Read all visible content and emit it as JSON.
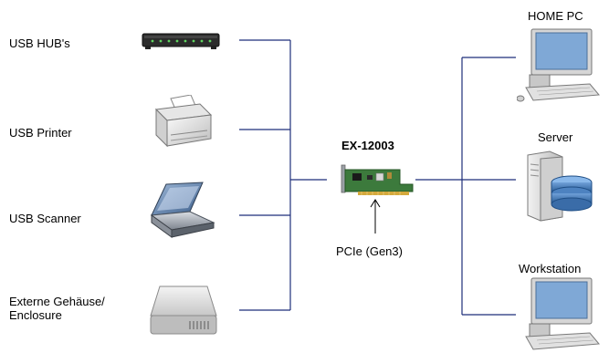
{
  "left_devices": [
    {
      "label": "USB HUB's",
      "icon": "usb-hub-icon"
    },
    {
      "label": "USB Printer",
      "icon": "printer-icon"
    },
    {
      "label": "USB Scanner",
      "icon": "scanner-icon"
    },
    {
      "label_line1": "Externe Gehäuse/",
      "label_line2": "Enclosure",
      "icon": "external-drive-icon"
    }
  ],
  "center": {
    "title": "EX-12003",
    "icon": "pcie-card-icon",
    "interface_label": "PCIe (Gen3)"
  },
  "right_devices": [
    {
      "label": "HOME PC",
      "icon": "desktop-pc-icon"
    },
    {
      "label": "Server",
      "icon": "server-icon"
    },
    {
      "label": "Workstation",
      "icon": "workstation-icon"
    }
  ],
  "colors": {
    "link_line": "#1f2f7a",
    "arrow": "#000000"
  }
}
